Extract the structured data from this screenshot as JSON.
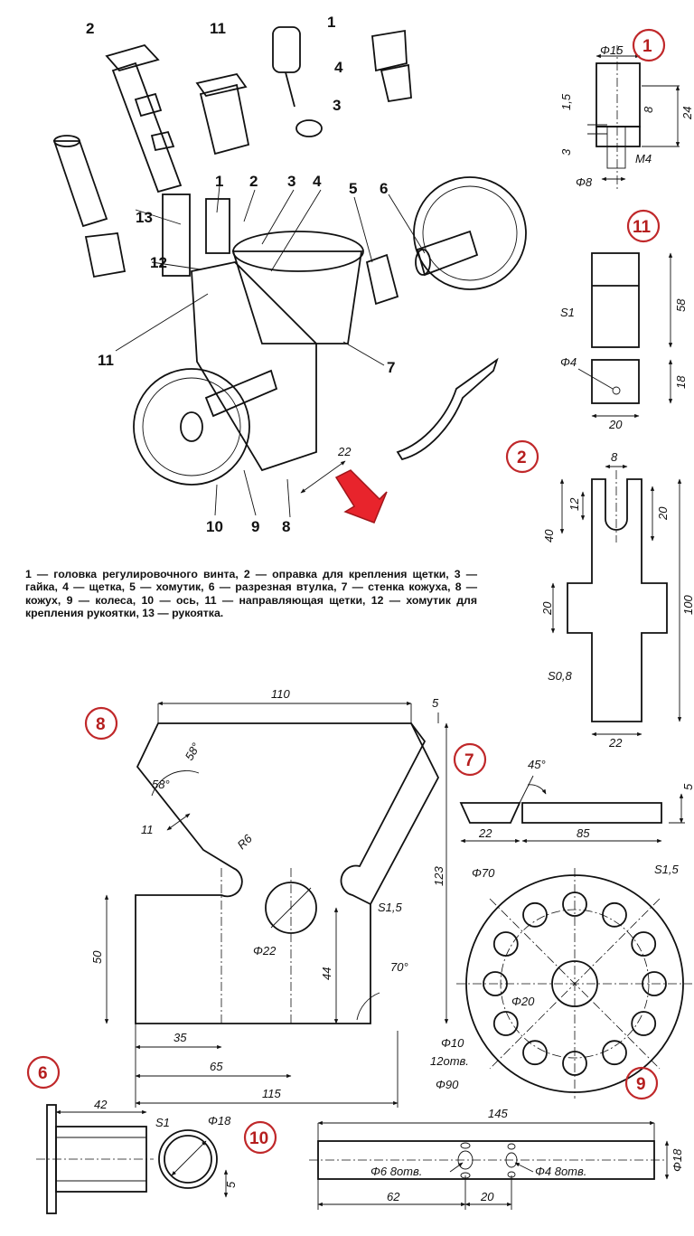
{
  "callouts": {
    "n1": "1",
    "n2": "2",
    "n3": "3",
    "n4": "4",
    "n5": "5",
    "n6": "6",
    "n7": "7",
    "n8": "8",
    "n9": "9",
    "n10": "10",
    "n11": "11",
    "n12": "12",
    "n13": "13",
    "top1": "1",
    "top2": "2",
    "top3": "3",
    "top4": "4",
    "top11": "11"
  },
  "assembly_dim": {
    "d22": "22"
  },
  "caption": "1 — головка регулировочного винта, 2 — оправка для крепления щетки, 3 — гайка, 4 — щетка, 5 — хомутик, 6 — разрезная втулка, 7 — стенка кожуха, 8 — кожух, 9 — колеса, 10 — ось, 11 — направляющая щетки, 12 — хомутик для крепления рукоятки, 13 — рукоятка.",
  "markers": {
    "m1": "1",
    "m11": "11",
    "m2": "2",
    "m8": "8",
    "m7": "7",
    "m9": "9",
    "m6": "6",
    "m10": "10"
  },
  "part1": {
    "d15": "Φ15",
    "d1_5": "1,5",
    "d8": "8",
    "d24": "24",
    "d3": "3",
    "m4": "M4",
    "d8b": "Φ8"
  },
  "part11": {
    "s1": "S1",
    "d58": "58",
    "d4": "Φ4",
    "d18": "18",
    "d20": "20"
  },
  "part2": {
    "d8": "8",
    "d12": "12",
    "d40": "40",
    "d20a": "20",
    "d20b": "20",
    "d100": "100",
    "s08": "S0,8",
    "d22": "22"
  },
  "part8": {
    "d110": "110",
    "d5": "5",
    "a58a": "58°",
    "a58b": "58°",
    "d11": "11",
    "r6": "R6",
    "d123": "123",
    "s15": "S1,5",
    "d22": "Φ22",
    "d50": "50",
    "d44": "44",
    "a70": "70°",
    "d35": "35",
    "d65": "65",
    "d115": "115"
  },
  "part7": {
    "a45": "45°",
    "d5": "5",
    "d22": "22",
    "d85": "85"
  },
  "part9": {
    "d70": "Φ70",
    "s15": "S1,5",
    "d20": "Φ20",
    "d10": "Φ10",
    "holes": "12отв.",
    "d90": "Φ90"
  },
  "part6": {
    "d42": "42"
  },
  "part10": {
    "s1": "S1",
    "d18": "Φ18",
    "d5": "5"
  },
  "axle": {
    "d145": "145",
    "d18": "Φ18",
    "h6": "Φ6 8отв.",
    "h4": "Φ4 8отв.",
    "d62": "62",
    "d20": "20"
  }
}
